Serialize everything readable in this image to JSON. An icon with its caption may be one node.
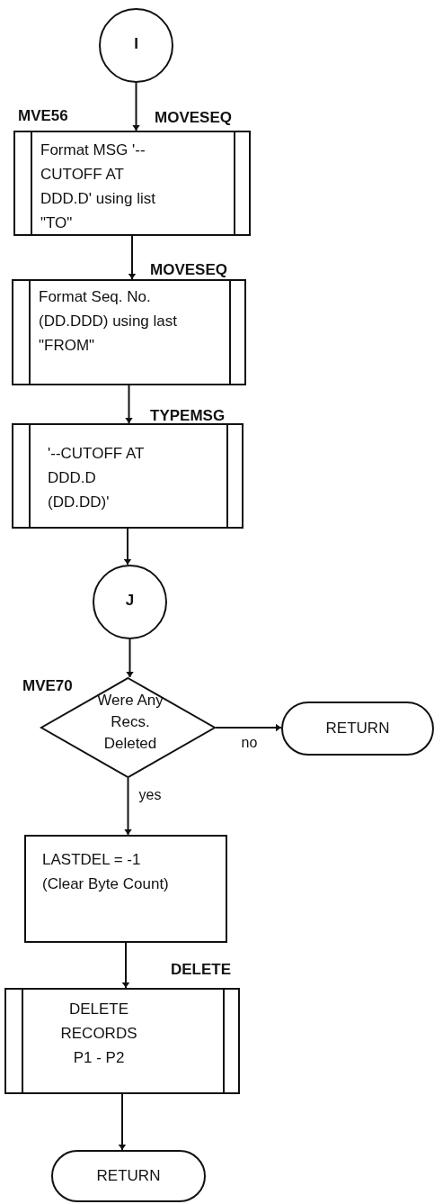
{
  "diagram": {
    "nodes": [
      {
        "text": [
          "I"
        ]
      },
      {
        "text": [
          "Format MSG '--CUTOFF AT DDD.D' using list \"TO\""
        ],
        "beside": [
          "MVE56",
          "MOVESEQ"
        ]
      },
      {
        "text": [
          "Format Seq. No. (DD.DDD) using last \"FROM\""
        ],
        "beside": [
          "MOVESEQ"
        ]
      },
      {
        "text": [
          "'--CUTOFF AT DDD.D (DD.DD)'"
        ],
        "beside": [
          "TYPEMSG"
        ]
      },
      {
        "text": [
          "J"
        ]
      },
      {
        "text": [
          "Were Any Recs. Deleted"
        ],
        "beside": [
          "MVE70"
        ]
      },
      {
        "text": [
          "RETURN"
        ]
      },
      {
        "text": [
          "LASTDEL = -1 (Clear Byte Count)"
        ]
      },
      {
        "text": [
          "DELETE RECORDS P1 - P2"
        ],
        "beside": [
          "DELETE"
        ]
      },
      {
        "text": [
          "RETURN"
        ]
      }
    ],
    "edges": [
      {
        "from": 0,
        "to": 1,
        "arrow": "to"
      },
      {
        "from": 1,
        "to": 2,
        "arrow": "to"
      },
      {
        "from": 2,
        "to": 3,
        "arrow": "to"
      },
      {
        "from": 3,
        "to": 4,
        "arrow": "to"
      },
      {
        "from": 4,
        "to": 5,
        "arrow": "to"
      },
      {
        "from": 5,
        "to": 6,
        "label": "no",
        "arrow": "to"
      },
      {
        "from": 5,
        "to": 7,
        "label": "yes",
        "arrow": "to"
      },
      {
        "from": 7,
        "to": 8,
        "arrow": "to"
      },
      {
        "from": 8,
        "to": 9,
        "arrow": "to"
      }
    ]
  }
}
